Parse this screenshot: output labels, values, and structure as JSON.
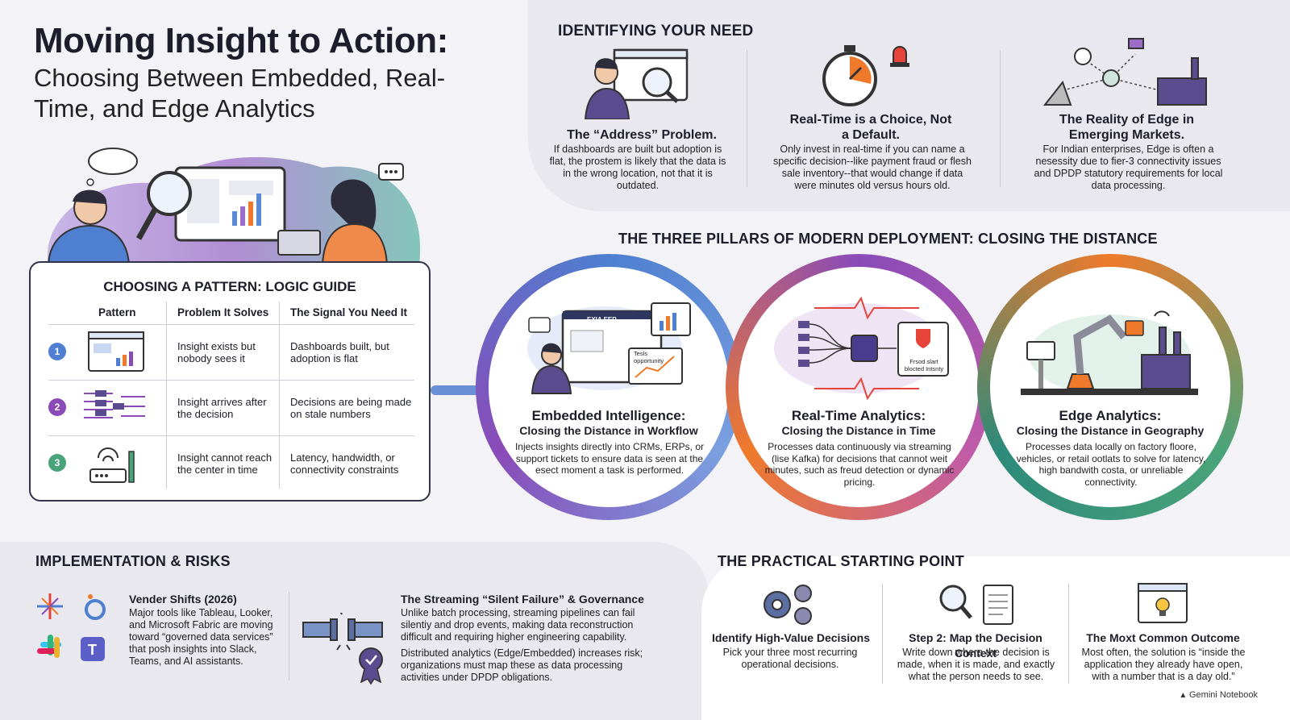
{
  "header": {
    "title": "Moving Insight to Action:",
    "subtitle": "Choosing Between Embedded, Real-Time, and Edge Analytics"
  },
  "need": {
    "heading": "IDENTIFYING YOUR NEED",
    "cards": [
      {
        "title": "The “Address” Problem.",
        "text": "If dashboards are built but adoption is flat, the prostem is likely that the data is in the wrong location, not that it is outdated."
      },
      {
        "title": "Real-Time is a Choice, Not a Default.",
        "text": "Only invest in real-time if you can name a specific decision--like payment fraud or flesh sale inventory--that would change if data were minutes old versus hours old."
      },
      {
        "title": "The Reality of Edge in Emerging Markets.",
        "text": "For Indian enterprises, Edge is often a nesessity due to fier-3 connectivity issues and DPDP statutory requirements for local data processing."
      }
    ]
  },
  "guide": {
    "heading": "CHOOSING A PATTERN: LOGIC GUIDE",
    "columns": [
      "Pattern",
      "Problem It Solves",
      "The Signal You Need It"
    ],
    "rows": [
      {
        "num": "1",
        "problem": "Insight exists but nobody sees it",
        "signal": "Dashboards built, but adoption is flat"
      },
      {
        "num": "2",
        "problem": "Insight arrives after the decision",
        "signal": "Decisions are being made on stale numbers"
      },
      {
        "num": "3",
        "problem": "Insight cannot reach the center in time",
        "signal": "Latency, handwidth, or connectivity constraints"
      }
    ]
  },
  "pillars": {
    "heading": "THE THREE PILLARS OF MODERN DEPLOYMENT: CLOSING THE DISTANCE",
    "items": [
      {
        "title": "Embedded Intelligence:",
        "sub": "Closing the Distance in Workflow",
        "text": "Injects insights directly into CRMs, ERPs, or support tickets to ensure data is seen at the esect moment a task is performed.",
        "art_label": "Tesls opportunity",
        "art_title": "EXIA EEP"
      },
      {
        "title": "Real-Time Analytics:",
        "sub": "Closing the Distance in Time",
        "text": "Processes data continuously via streaming (lise Kafka) for decisions that cannot weit minutes, such as freud detection or dynamic pricing.",
        "art_label": "Frsod slart blocted Intsnty"
      },
      {
        "title": "Edge Analytics:",
        "sub": "Closing the Distance in Geography",
        "text": "Processes data locally on factory floore, vehicles, or retail ootlats to solve for latency, high bandwith costa, or unreliable connectivity."
      }
    ]
  },
  "impl": {
    "heading": "IMPLEMENTATION & RISKS",
    "vendor_title": "Vender Shifts (2026)",
    "vendor_text": "Major tools like Tableau, Looker, and Microsoft Fabric are moving toward “governed data services” that posh insights into Slack, Teams, and AI assistants.",
    "stream_title": "The Streaming “Silent Failure” & Governance",
    "stream_text1": "Unlike batch processing, streaming pipelines can fail silentiy and drop events, making data reconstruction difficult and requiring higher engineering capability.",
    "stream_text2": "Distributed analytics (Edge/Embedded) increases risk; organizations must map these as data processing activities under DPDP obligations."
  },
  "start": {
    "heading": "THE PRACTICAL STARTING POINT",
    "steps": [
      {
        "title": "Identify High-Value Decisions",
        "text": "Pick your three most recurring operational decisions."
      },
      {
        "title": "Step 2: Map the Decision Context",
        "text": "Write down where the decision is made, when it is made, and exactly what the person needs to see."
      },
      {
        "title": "The Moxt Common Outcome",
        "text": "Most often, the solution is “inside the application they already have open, with a number that is a day old.”"
      }
    ]
  },
  "footer": {
    "brand": "Gemini Notebook"
  },
  "colors": {
    "blue": "#3d6fc4",
    "purple": "#8a4bb8",
    "orange": "#ef7a2b",
    "green": "#4aa47a",
    "dark": "#1d1d2b"
  }
}
